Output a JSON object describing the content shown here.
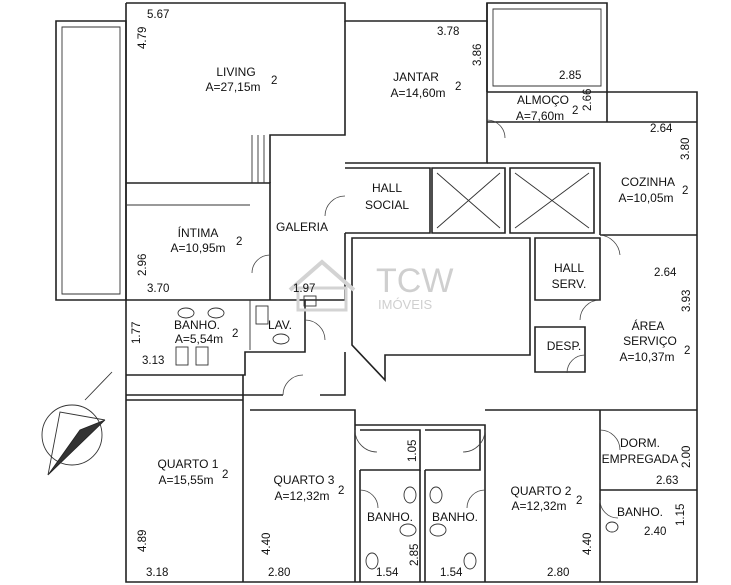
{
  "rooms": {
    "living": {
      "name": "LIVING",
      "area": "A=27,15m"
    },
    "jantar": {
      "name": "JANTAR",
      "area": "A=14,60m"
    },
    "almoco": {
      "name": "ALMOÇO",
      "area": "A=7,60m"
    },
    "cozinha": {
      "name": "COZINHA",
      "area": "A=10,05m"
    },
    "hall_social": {
      "line1": "HALL",
      "line2": "SOCIAL"
    },
    "galeria": {
      "name": "GALERIA"
    },
    "intima": {
      "name": "ÍNTIMA",
      "area": "A=10,95m"
    },
    "hall_serv": {
      "line1": "HALL",
      "line2": "SERV."
    },
    "area_servico": {
      "line1": "ÁREA",
      "line2": "SERVIÇO",
      "area": "A=10,37m"
    },
    "banho_social": {
      "name": "BANHO.",
      "area": "A=5,54m"
    },
    "lav": {
      "name": "LAV."
    },
    "desp": {
      "name": "DESP."
    },
    "quarto1": {
      "name": "QUARTO 1",
      "area": "A=15,55m"
    },
    "quarto3": {
      "name": "QUARTO 3",
      "area": "A=12,32m"
    },
    "quarto2": {
      "name": "QUARTO 2",
      "area": "A=12,32m"
    },
    "banho_a": {
      "name": "BANHO."
    },
    "banho_b": {
      "name": "BANHO."
    },
    "dorm_empregada": {
      "line1": "DORM.",
      "line2": "EMPREGADA"
    },
    "banho_emp": {
      "name": "BANHO."
    },
    "superscript": "2"
  },
  "dimensions": {
    "living_w": "5.67",
    "living_h": "4.79",
    "jantar_w": "3.78",
    "jantar_h": "3.86",
    "almoco_w": "2.85",
    "almoco_h": "2.66",
    "cozinha_w": "2.64",
    "cozinha_h": "3.80",
    "intima_h": "2.96",
    "intima_w": "3.70",
    "galeria_w": "1.97",
    "serv_w": "2.64",
    "serv_h": "3.93",
    "banho_h": "1.77",
    "banho_w": "3.13",
    "q1_h": "4.89",
    "q1_w": "3.18",
    "q3_h": "4.40",
    "q3_w": "2.80",
    "hall_q_h": "1.05",
    "banho_a_h": "2.85",
    "banho_a_w": "1.54",
    "banho_b_w": "1.54",
    "q2_h": "4.40",
    "q2_w": "2.80",
    "dorm_h": "2.00",
    "dorm_w": "2.63",
    "banho_emp_h": "1.15",
    "banho_emp_w": "2.40"
  },
  "watermark": {
    "brand": "TCW",
    "sub": "IMÓVEIS"
  }
}
